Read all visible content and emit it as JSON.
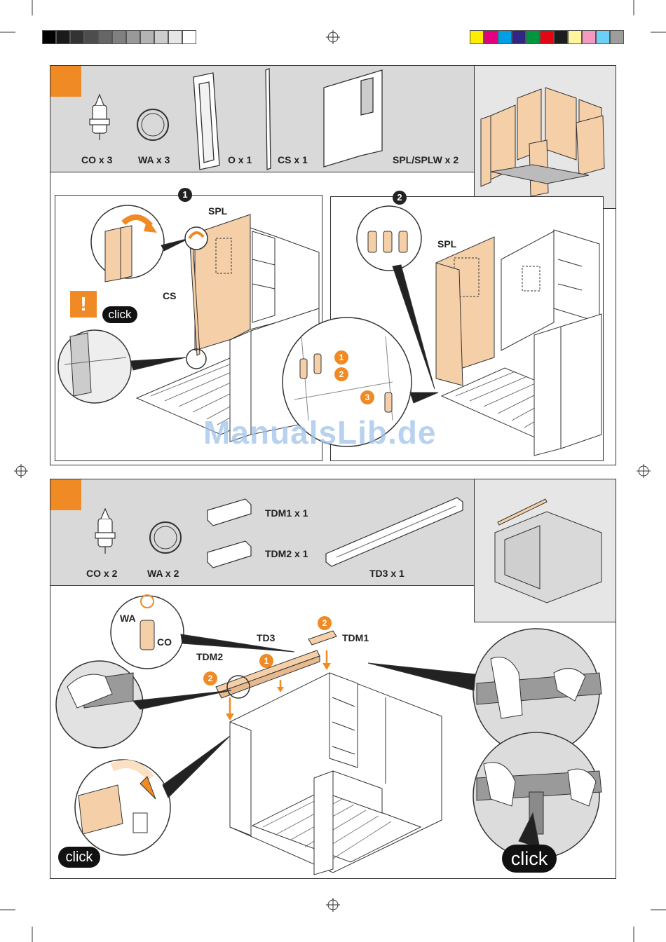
{
  "colors": {
    "accent": "#f08a24",
    "panel_bg": "#d9d9d9",
    "wood": "#f4cfa8"
  },
  "top_section": {
    "parts": [
      {
        "code": "CO x 3"
      },
      {
        "code": "WA x 3"
      },
      {
        "code": "O x 1"
      },
      {
        "code": "CS x 1"
      },
      {
        "code": "SPL/SPLW x 2"
      }
    ],
    "step1": {
      "number": "1",
      "label_spl": "SPL",
      "label_cs": "CS",
      "click": "click",
      "warning": "!"
    },
    "step2": {
      "number": "2",
      "label_spl": "SPL",
      "markers": [
        "1",
        "2",
        "3"
      ]
    }
  },
  "bottom_section": {
    "parts": [
      {
        "code": "CO x 2"
      },
      {
        "code": "WA x 2"
      },
      {
        "code": "TDM1 x 1"
      },
      {
        "code": "TDM2 x 1"
      },
      {
        "code": "TD3 x 1"
      }
    ],
    "labels": {
      "wa": "WA",
      "co": "CO",
      "td3": "TD3",
      "tdm1": "TDM1",
      "tdm2": "TDM2"
    },
    "markers": {
      "m1": "1",
      "m2a": "2",
      "m2b": "2"
    },
    "click_left": "click",
    "click_right": "click"
  },
  "watermark": "ManualsLib.de",
  "print_colors": [
    "#000000",
    "#1a1a1a",
    "#333333",
    "#4d4d4d",
    "#666666",
    "#808080",
    "#999999",
    "#b3b3b3",
    "#cccccc",
    "#e6e6e6",
    "#ffffff"
  ],
  "cmyk_colors": [
    "#ffed00",
    "#e5007d",
    "#009fe3",
    "#312783",
    "#009640",
    "#e30613",
    "#1d1d1b",
    "#fff59d",
    "#f49ac1",
    "#6ecff6",
    "#9d9d9c"
  ]
}
